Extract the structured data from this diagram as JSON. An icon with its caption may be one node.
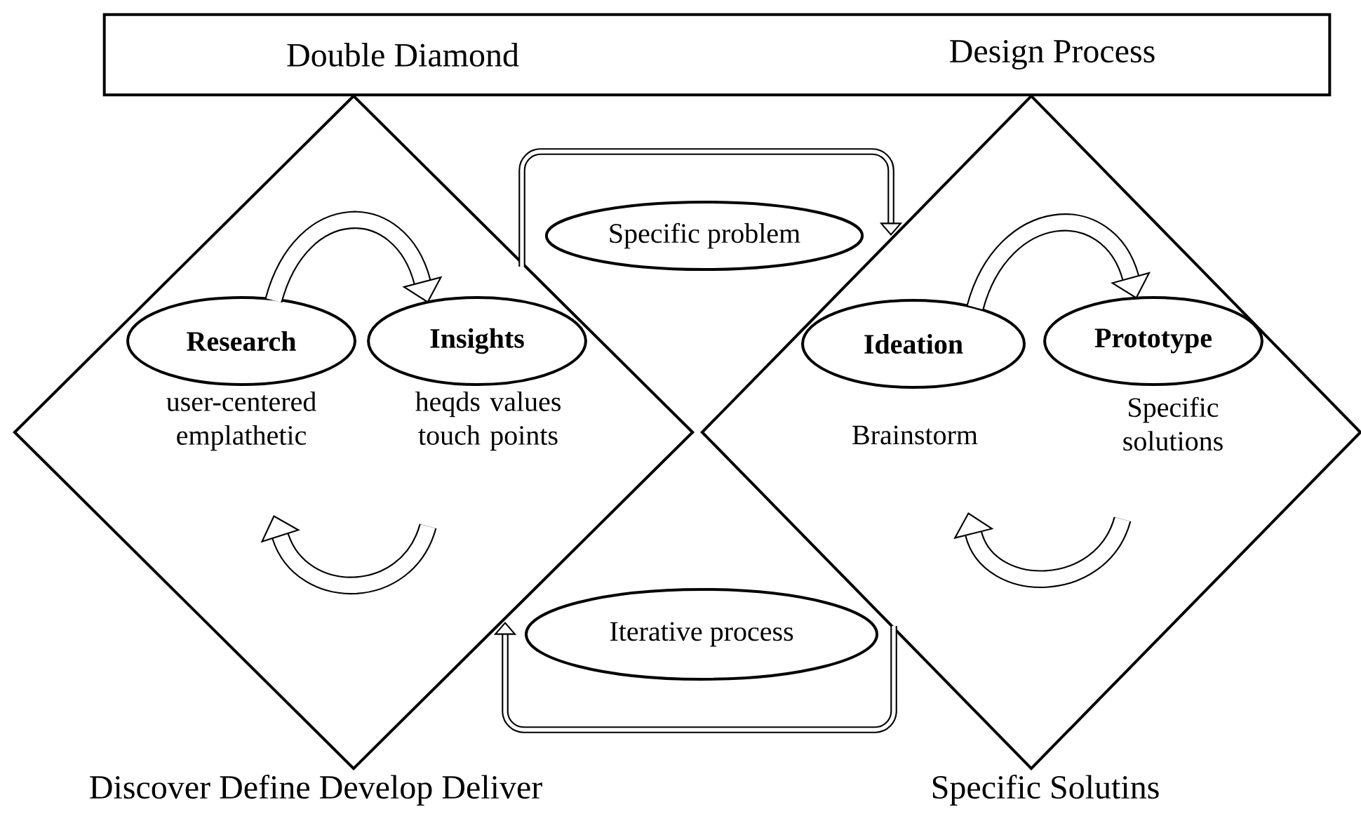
{
  "diagram": {
    "nodes": [
      {
        "text": [
          "Double Diamond",
          "Design Process"
        ]
      },
      {
        "text": [],
        "shape": "diamond"
      },
      {
        "text": [
          "Research"
        ],
        "in": 1,
        "beside": [
          "user-centered emplathetic"
        ]
      },
      {
        "text": [
          "Insights"
        ],
        "in": 1,
        "beside": [
          "heqds values touch points"
        ]
      },
      {
        "text": [],
        "shape": "diamond"
      },
      {
        "text": [
          "Ideation"
        ],
        "in": 4,
        "beside": [
          "Brainstorm"
        ]
      },
      {
        "text": [
          "Prototype"
        ],
        "in": 4,
        "beside": [
          "Specific solutions"
        ]
      },
      {
        "text": [
          "Specific problem"
        ]
      },
      {
        "text": [
          "Iterative process"
        ]
      }
    ],
    "edges": [
      {
        "from": 2,
        "to": 3,
        "arrow": "to",
        "style": "thick"
      },
      {
        "from": 5,
        "to": 6,
        "arrow": "to",
        "style": "thick"
      },
      {
        "from": 1,
        "to": 4,
        "arrow": "to"
      },
      {
        "from": 4,
        "to": 1,
        "arrow": "to"
      }
    ],
    "labels": [
      "Discover Define Develop Deliver",
      "Specific Solutins"
    ]
  }
}
